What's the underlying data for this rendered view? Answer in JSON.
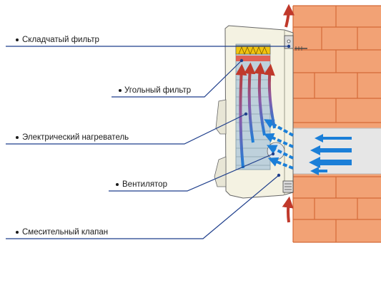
{
  "labels": {
    "pleated_filter": "Складчатый фильтр",
    "carbon_filter": "Угольный фильтр",
    "electric_heater": "Электрический нагреватель",
    "fan": "Вентилятор",
    "mixing_valve": "Смесительный клапан"
  },
  "colors": {
    "wall_brick": "#f2a275",
    "wall_mortar": "#d46a38",
    "duct": "#e6e6e6",
    "unit_body": "#f4f2e2",
    "unit_outline": "#666666",
    "panel": "#bed1dc",
    "leader_line": "#1f3f8c",
    "fresh_air_arrow": "#1b7fd8",
    "warm_air_arrow": "#c0392b",
    "heater_arrow": "#7b5aa6",
    "filter_yellow": "#f1c40f"
  }
}
